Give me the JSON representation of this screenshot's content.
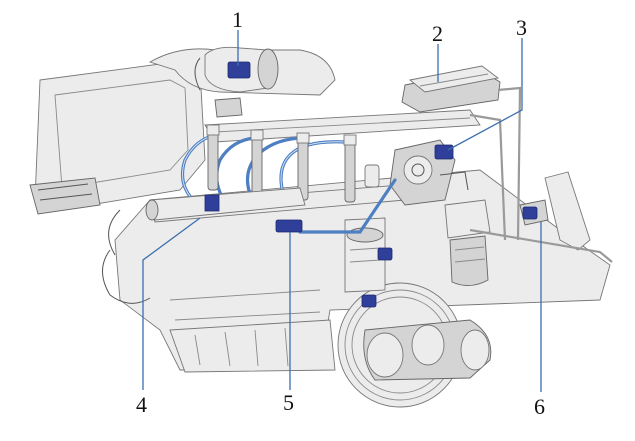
{
  "diagram": {
    "callouts": [
      {
        "id": "1",
        "label": "1"
      },
      {
        "id": "2",
        "label": "2"
      },
      {
        "id": "3",
        "label": "3"
      },
      {
        "id": "4",
        "label": "4"
      },
      {
        "id": "5",
        "label": "5"
      },
      {
        "id": "6",
        "label": "6"
      }
    ],
    "colors": {
      "component_highlight": "#2f3f9a",
      "fuel_line": "#4d7fc2",
      "engine_outline": "#555555",
      "background": "#ffffff"
    }
  }
}
